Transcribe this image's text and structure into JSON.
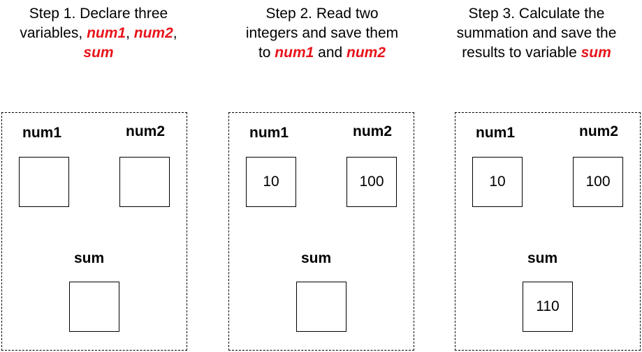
{
  "colors": {
    "highlight": "#e8131a",
    "border": "#000000",
    "text": "#000000"
  },
  "steps": [
    {
      "caption": {
        "line1": "Step 1. Declare three",
        "line2_prefix": "variables, ",
        "var1": "num1",
        "sep1": ", ",
        "var2": "num2",
        "sep2": ",",
        "var3": "sum"
      },
      "labels": {
        "num1": "num1",
        "num2": "num2",
        "sum": "sum"
      },
      "values": {
        "num1": "",
        "num2": "",
        "sum": ""
      }
    },
    {
      "caption": {
        "line1": "Step 2. Read two",
        "line2": "integers and save them",
        "line3_prefix": "to ",
        "var1": "num1",
        "mid": " and ",
        "var2": "num2"
      },
      "labels": {
        "num1": "num1",
        "num2": "num2",
        "sum": "sum"
      },
      "values": {
        "num1": "10",
        "num2": "100",
        "sum": ""
      }
    },
    {
      "caption": {
        "line1": "Step 3. Calculate the",
        "line2": "summation and save the",
        "line3_prefix": "results to variable ",
        "var1": "sum"
      },
      "labels": {
        "num1": "num1",
        "num2": "num2",
        "sum": "sum"
      },
      "values": {
        "num1": "10",
        "num2": "100",
        "sum": "110"
      }
    }
  ]
}
